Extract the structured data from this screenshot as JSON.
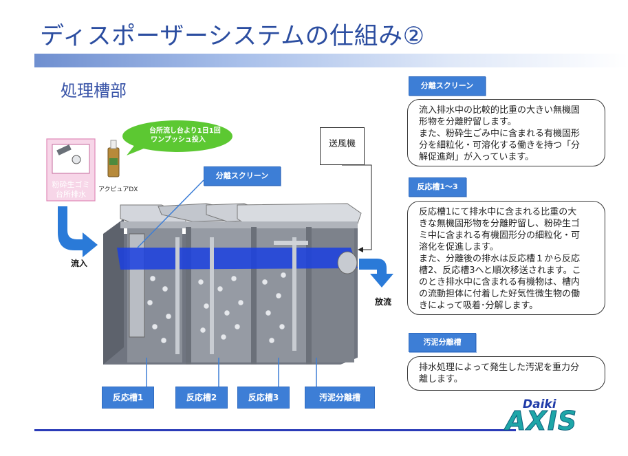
{
  "title": "ディスポーザーシステムの仕組み②",
  "subtitle": "処理槽部",
  "sections": [
    {
      "tag": "分離スクリーン",
      "lines": [
        "流入排水中の比較的比重の大きい無機固",
        "形物を分離貯留します。",
        "また、粉砕生ごみ中に含まれる有機固形",
        "分を細粒化・可溶化する働きを持つ「分",
        "解促進剤」が入っています。"
      ]
    },
    {
      "tag": "反応槽1～3",
      "lines": [
        "反応槽1にて排水中に含まれる比重の大",
        "きな無機固形物を分離貯留し、粉砕生ゴ",
        "ミ中に含まれる有機固形分の細粒化・可",
        "溶化を促進します。",
        "また、分離後の排水は反応槽１から反応",
        "槽2、反応槽3へと順次移送されます。こ",
        "のとき排水中に含まれる有機物は、槽内",
        "の流動担体に付着した好気性微生物の働",
        "きによって吸着･分解します。"
      ]
    },
    {
      "tag": "汚泥分離槽",
      "lines": [
        "排水処理によって発生した汚泥を重力分",
        "離します。"
      ]
    }
  ],
  "diagram": {
    "screen_label": "分離スクリーン",
    "sink_label_1": "粉砕生ゴミ",
    "sink_label_2": "台所排水",
    "bubble_1": "台所流し台より1日1回",
    "bubble_2": "ワンプッシュ投入",
    "product_label": "アクピュアDX",
    "inflow_label": "流入",
    "outflow_label": "放流",
    "fan_label": "送風機",
    "bottom_labels": [
      "反応槽1",
      "反応槽2",
      "反応槽3",
      "汚泥分離槽"
    ]
  },
  "logo": {
    "top": "Daiki",
    "main": "AXIS"
  },
  "colors": {
    "accent": "#3d7ed6",
    "title": "#2b4da0",
    "water": "#1a3fe0",
    "bubble": "#5cc832",
    "logo": "#1ea6a8"
  }
}
